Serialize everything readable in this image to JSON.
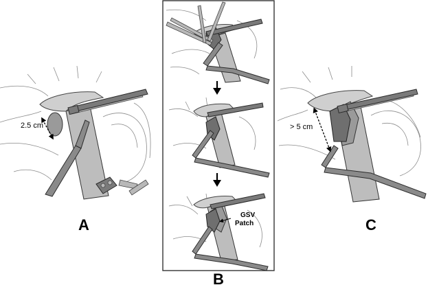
{
  "panels": {
    "a": {
      "label": "A",
      "measurement": "2.5 cm"
    },
    "b": {
      "label": "B",
      "callout_line1": "GSV",
      "callout_line2": "Patch"
    },
    "c": {
      "label": "C",
      "measurement": "> 5 cm"
    }
  },
  "colors": {
    "vessel": "#bdbdbd",
    "instrument": "#7a7a7a",
    "patch": "#6f6f6f",
    "frame": "#333333"
  },
  "icons": {
    "step_arrow": "down-arrow-icon"
  }
}
